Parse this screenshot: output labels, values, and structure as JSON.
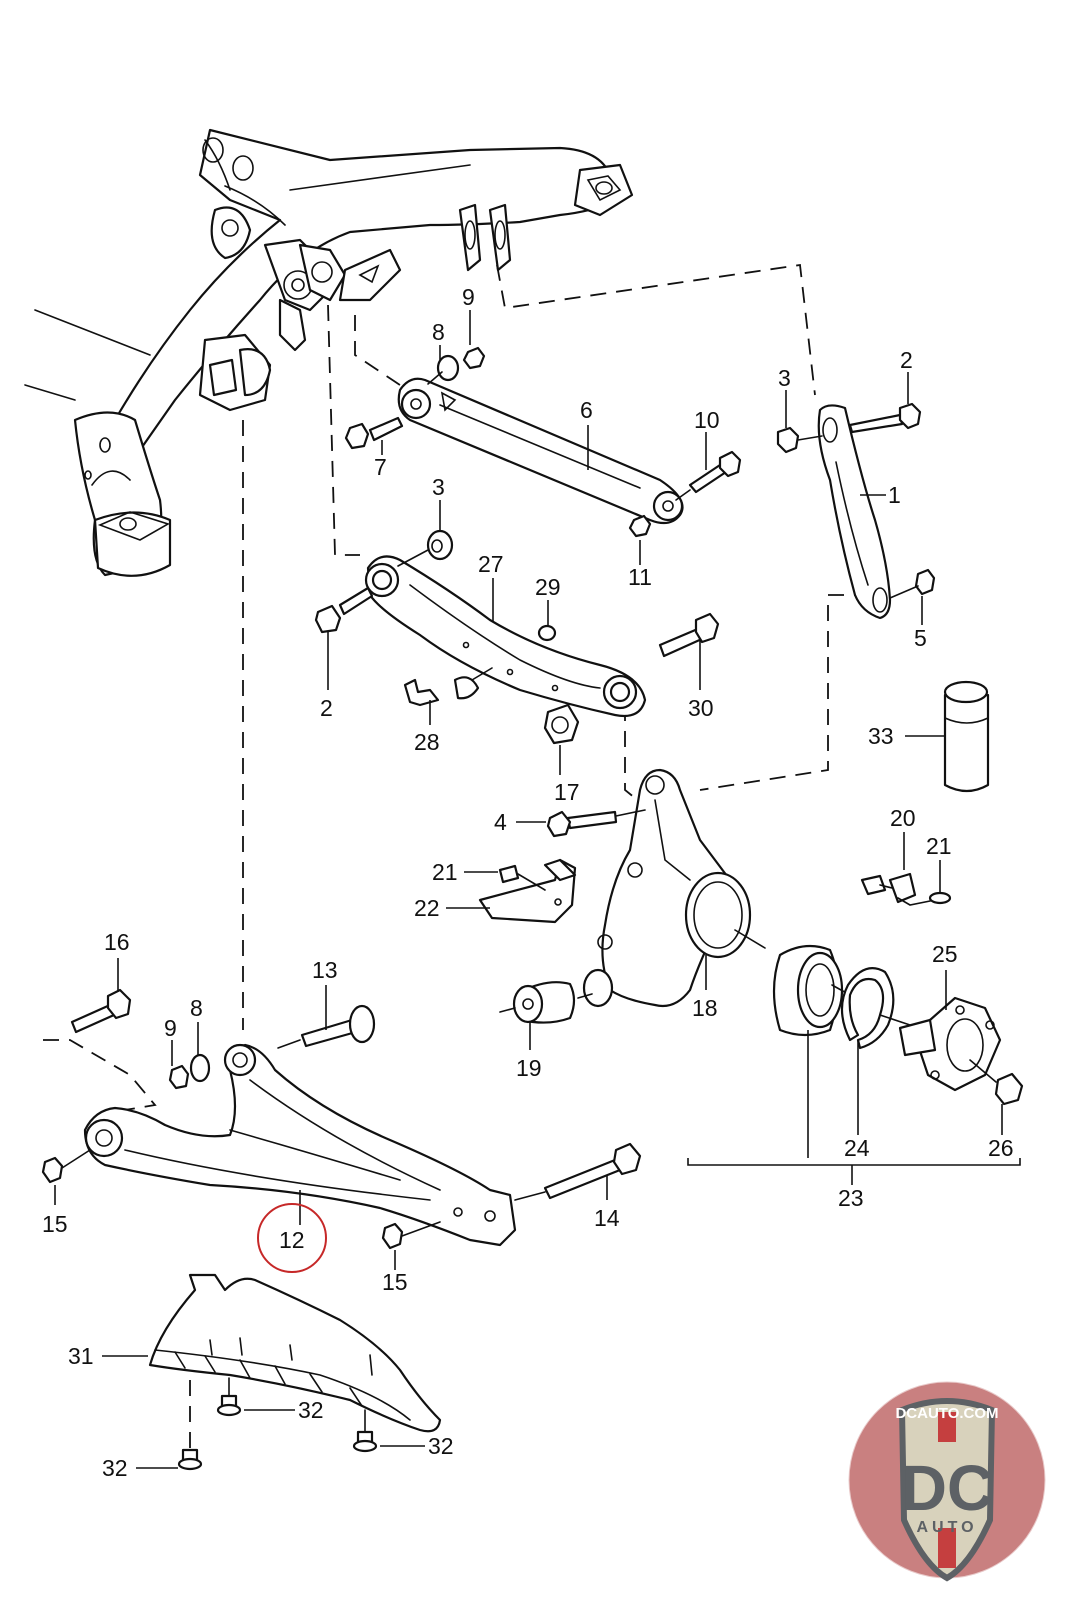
{
  "diagram": {
    "title": "Rear axle suspension - exploded parts diagram",
    "highlighted_part": "12",
    "highlight_color": "#c62828",
    "callouts": [
      {
        "id": "c1",
        "label": "1",
        "part": "trailing-link"
      },
      {
        "id": "c2a",
        "label": "2",
        "part": "bolt"
      },
      {
        "id": "c2b",
        "label": "2",
        "part": "bolt"
      },
      {
        "id": "c3a",
        "label": "3",
        "part": "nut"
      },
      {
        "id": "c3b",
        "label": "3",
        "part": "nut"
      },
      {
        "id": "c4",
        "label": "4",
        "part": "bolt"
      },
      {
        "id": "c5",
        "label": "5",
        "part": "nut"
      },
      {
        "id": "c6",
        "label": "6",
        "part": "track-rod"
      },
      {
        "id": "c7",
        "label": "7",
        "part": "bolt"
      },
      {
        "id": "c8a",
        "label": "8",
        "part": "washer"
      },
      {
        "id": "c8b",
        "label": "8",
        "part": "washer"
      },
      {
        "id": "c9a",
        "label": "9",
        "part": "nut"
      },
      {
        "id": "c9b",
        "label": "9",
        "part": "nut"
      },
      {
        "id": "c10",
        "label": "10",
        "part": "bolt"
      },
      {
        "id": "c11",
        "label": "11",
        "part": "nut"
      },
      {
        "id": "c12",
        "label": "12",
        "part": "lower-control-arm"
      },
      {
        "id": "c13",
        "label": "13",
        "part": "bolt"
      },
      {
        "id": "c14",
        "label": "14",
        "part": "bolt"
      },
      {
        "id": "c15a",
        "label": "15",
        "part": "nut"
      },
      {
        "id": "c15b",
        "label": "15",
        "part": "nut"
      },
      {
        "id": "c16",
        "label": "16",
        "part": "bolt"
      },
      {
        "id": "c17",
        "label": "17",
        "part": "eccentric-nut"
      },
      {
        "id": "c18",
        "label": "18",
        "part": "wheel-carrier"
      },
      {
        "id": "c19",
        "label": "19",
        "part": "bushing"
      },
      {
        "id": "c20",
        "label": "20",
        "part": "speed-sensor"
      },
      {
        "id": "c21a",
        "label": "21",
        "part": "screw"
      },
      {
        "id": "c21b",
        "label": "21",
        "part": "screw"
      },
      {
        "id": "c22",
        "label": "22",
        "part": "bracket"
      },
      {
        "id": "c23",
        "label": "23",
        "part": "wheel-bearing-kit"
      },
      {
        "id": "c24",
        "label": "24",
        "part": "circlip"
      },
      {
        "id": "c25",
        "label": "25",
        "part": "wheel-hub"
      },
      {
        "id": "c26",
        "label": "26",
        "part": "collar-nut"
      },
      {
        "id": "c27",
        "label": "27",
        "part": "upper-control-arm"
      },
      {
        "id": "c28",
        "label": "28",
        "part": "clip"
      },
      {
        "id": "c29",
        "label": "29",
        "part": "nut"
      },
      {
        "id": "c30",
        "label": "30",
        "part": "bolt"
      },
      {
        "id": "c31",
        "label": "31",
        "part": "cover-panel"
      },
      {
        "id": "c32a",
        "label": "32",
        "part": "nut"
      },
      {
        "id": "c32b",
        "label": "32",
        "part": "nut"
      },
      {
        "id": "c32c",
        "label": "32",
        "part": "nut"
      },
      {
        "id": "c33",
        "label": "33",
        "part": "grease-tube"
      }
    ]
  },
  "logo": {
    "site": "DCAUTO.COM",
    "letters": "DC",
    "subtitle": "AUTO",
    "colors": {
      "bg": "#c98080",
      "shield": "#d8d2bc",
      "letters": "#5d6165",
      "stripe": "#c53f3f"
    }
  }
}
